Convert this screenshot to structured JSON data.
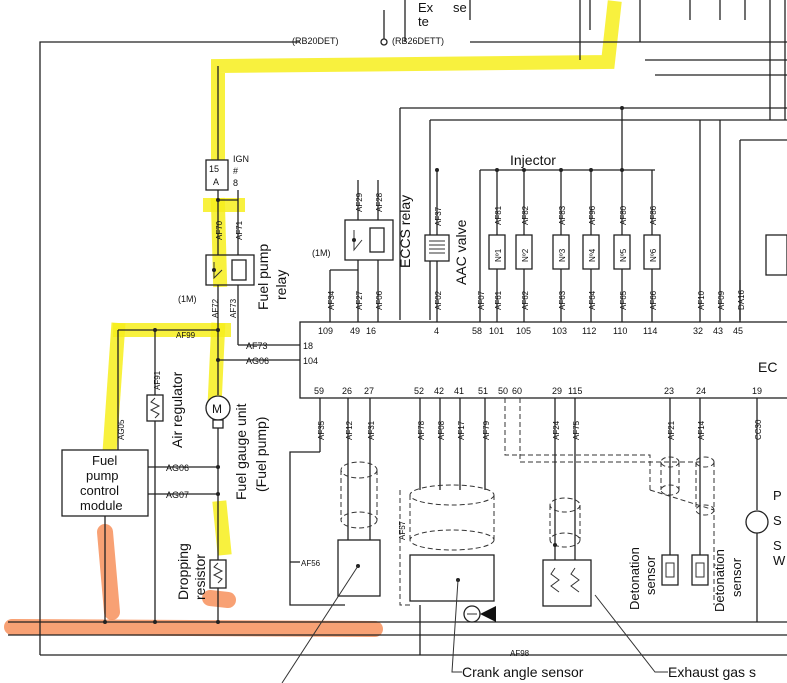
{
  "header": {
    "engine_left": "(RB20DET)",
    "engine_right": "(RB26DETT)",
    "top_text_1": "Ex",
    "top_text_2": "te",
    "top_text_3": "se"
  },
  "fuse": {
    "line1": "15",
    "line2": "A",
    "ign": "IGN",
    "num1": "#",
    "num2": "8"
  },
  "relays": {
    "fuel_pump_relay_1": "Fuel pump",
    "fuel_pump_relay_2": "relay",
    "eccs_relay": "ECCS relay",
    "one_m_a": "(1M)",
    "one_m_b": "(1M)"
  },
  "components": {
    "injector": "Injector",
    "aac_valve": "AAC valve",
    "air_regulator": "Air regulator",
    "fuel_gauge_1": "Fuel gauge unit",
    "fuel_gauge_2": "(Fuel pump)",
    "motor": "M",
    "dropping_1": "Dropping",
    "dropping_2": "resistor",
    "fpcm_1": "Fuel",
    "fpcm_2": "pump",
    "fpcm_3": "control",
    "fpcm_4": "module",
    "ecu": "EC",
    "detonation_a_1": "Detonation",
    "detonation_a_2": "sensor",
    "detonation_b_1": "Detonation",
    "detonation_b_2": "sensor",
    "crank_angle": "Crank angle sensor",
    "exhaust_gas": "Exhaust gas s",
    "right_1": "P",
    "right_2": "S",
    "right_3": "S",
    "right_4": "W"
  },
  "wire_labels": {
    "af70": "AF70",
    "af71": "AF71",
    "af72": "AF72",
    "af73v": "AF73",
    "af29": "AF29",
    "af28": "AF28",
    "af37": "AF37",
    "af81": "AF81",
    "af82": "AF82",
    "af83": "AF83",
    "af96": "AF96",
    "af80": "AF80",
    "af86": "AF86",
    "af34": "AF34",
    "af27": "AF27",
    "af06": "AF06",
    "af02": "AF02",
    "af07": "AF07",
    "af61": "AF61",
    "af62": "AF62",
    "af63": "AF63",
    "af64": "AF64",
    "af65": "AF65",
    "af66": "AF66",
    "af10": "AF10",
    "af09": "AF09",
    "da16": "DA16",
    "af99": "AF99",
    "af73h": "AF73",
    "ag06a": "AG06",
    "af91": "AF91",
    "ag05": "AG05",
    "ag06b": "AG06",
    "ag07": "AG07",
    "af35": "AF35",
    "af12": "AF12",
    "af31": "AF31",
    "af78": "AF78",
    "af08": "AF08",
    "af17": "AF17",
    "af79": "AF79",
    "af24": "AF24",
    "af75": "AF75",
    "af21": "AF21",
    "af14": "AF14",
    "cc30": "CC30",
    "af57": "AF57",
    "af56": "AF56",
    "af98": "AF98"
  },
  "pins_top": [
    "109",
    "49",
    "16",
    "4",
    "58",
    "101",
    "105",
    "103",
    "112",
    "110",
    "114",
    "32",
    "43",
    "45"
  ],
  "pins_left": [
    "18",
    "104"
  ],
  "pins_bottom": [
    "59",
    "26",
    "27",
    "52",
    "42",
    "41",
    "51",
    "50",
    "60",
    "29",
    "115",
    "23",
    "24",
    "19"
  ],
  "injector_tags": [
    "Nº1",
    "Nº2",
    "Nº3",
    "Nº4",
    "Nº5",
    "Nº6"
  ]
}
